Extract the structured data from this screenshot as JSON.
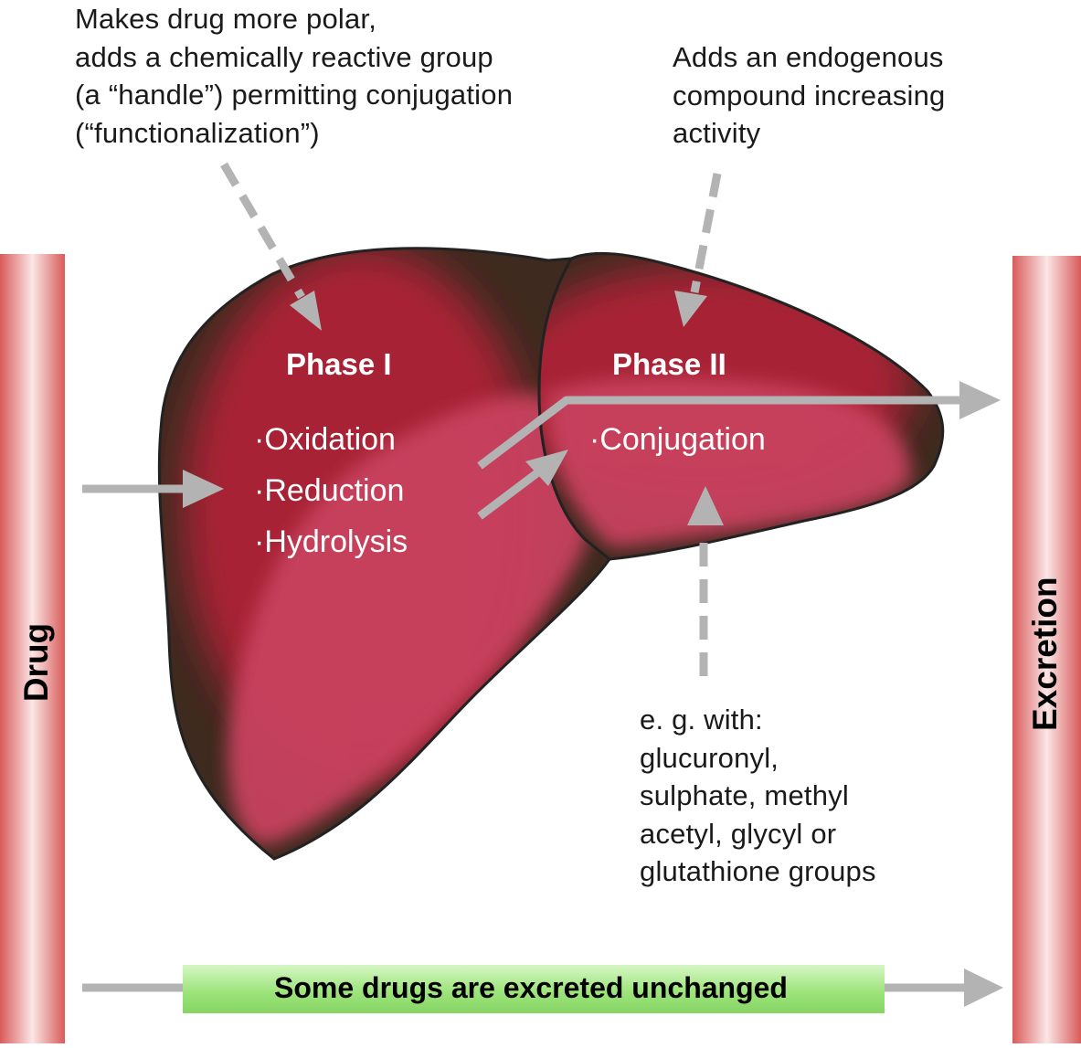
{
  "colors": {
    "liver_dark": "#3d2a1c",
    "liver_red": "#a82234",
    "liver_light": "#c94460",
    "arrow_gray": "#b3b3b3",
    "tube_red": "#dd6060",
    "banner_green": "#9be07a"
  },
  "left_tube": {
    "label": "Drug"
  },
  "right_tube": {
    "label": "Excretion"
  },
  "phase1": {
    "title": "Phase I",
    "items": [
      "·Oxidation",
      "·Reduction",
      "·Hydrolysis"
    ],
    "note": [
      "Makes drug more polar,",
      "adds a chemically reactive group",
      "(a “handle”) permitting conjugation",
      "(“functionalization”)"
    ]
  },
  "phase2": {
    "title": "Phase II",
    "items": [
      "·Conjugation"
    ],
    "note": [
      "Adds an endogenous",
      "compound increasing",
      "activity"
    ]
  },
  "conjugation_examples": [
    "e. g. with:",
    "glucuronyl,",
    "sulphate, methyl",
    "acetyl, glycyl or",
    "glutathione groups"
  ],
  "banner": {
    "text": "Some drugs are excreted unchanged"
  }
}
